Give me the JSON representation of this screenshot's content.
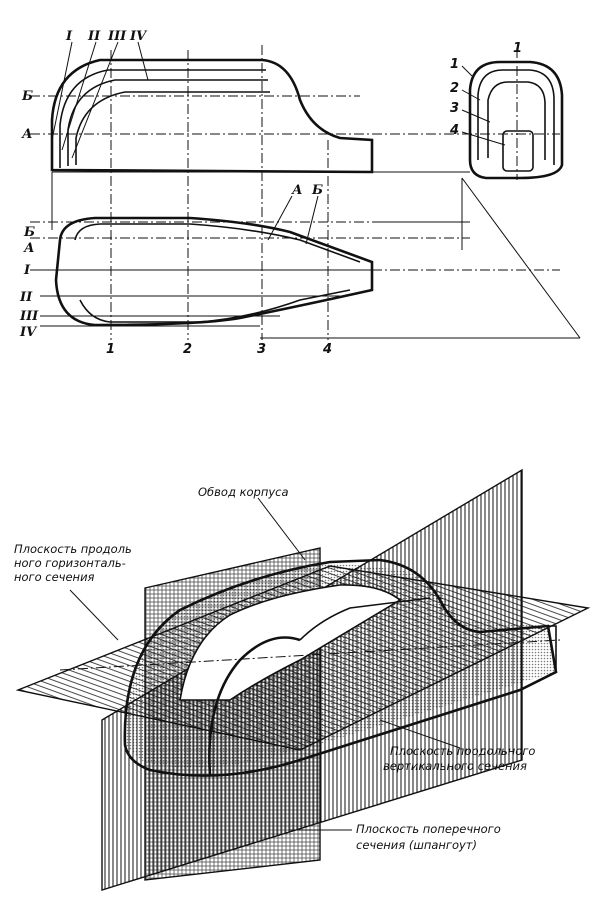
{
  "top_diagram": {
    "roman_labels": [
      "I",
      "II",
      "III",
      "IV"
    ],
    "side_labels": [
      "Б",
      "А"
    ],
    "plan_letter_labels": [
      "Б",
      "А",
      "А",
      "Б"
    ],
    "plan_roman_labels": [
      "I",
      "II",
      "III",
      "IV"
    ],
    "station_labels": [
      "1",
      "2",
      "3",
      "4"
    ],
    "section_labels": [
      "1",
      "2",
      "3",
      "4"
    ],
    "section_top_label": "1"
  },
  "bottom_diagram": {
    "hull_outline_caption": "Обвод корпуса",
    "horizontal_plane_caption": [
      "Плоскость продоль",
      "ного горизонталь-",
      "ного сечения"
    ],
    "vertical_plane_caption": [
      "Плоскость продольного",
      "вертикального сечения"
    ],
    "cross_plane_caption": [
      "Плоскость поперечного",
      "сечения (шпангоут)"
    ]
  }
}
